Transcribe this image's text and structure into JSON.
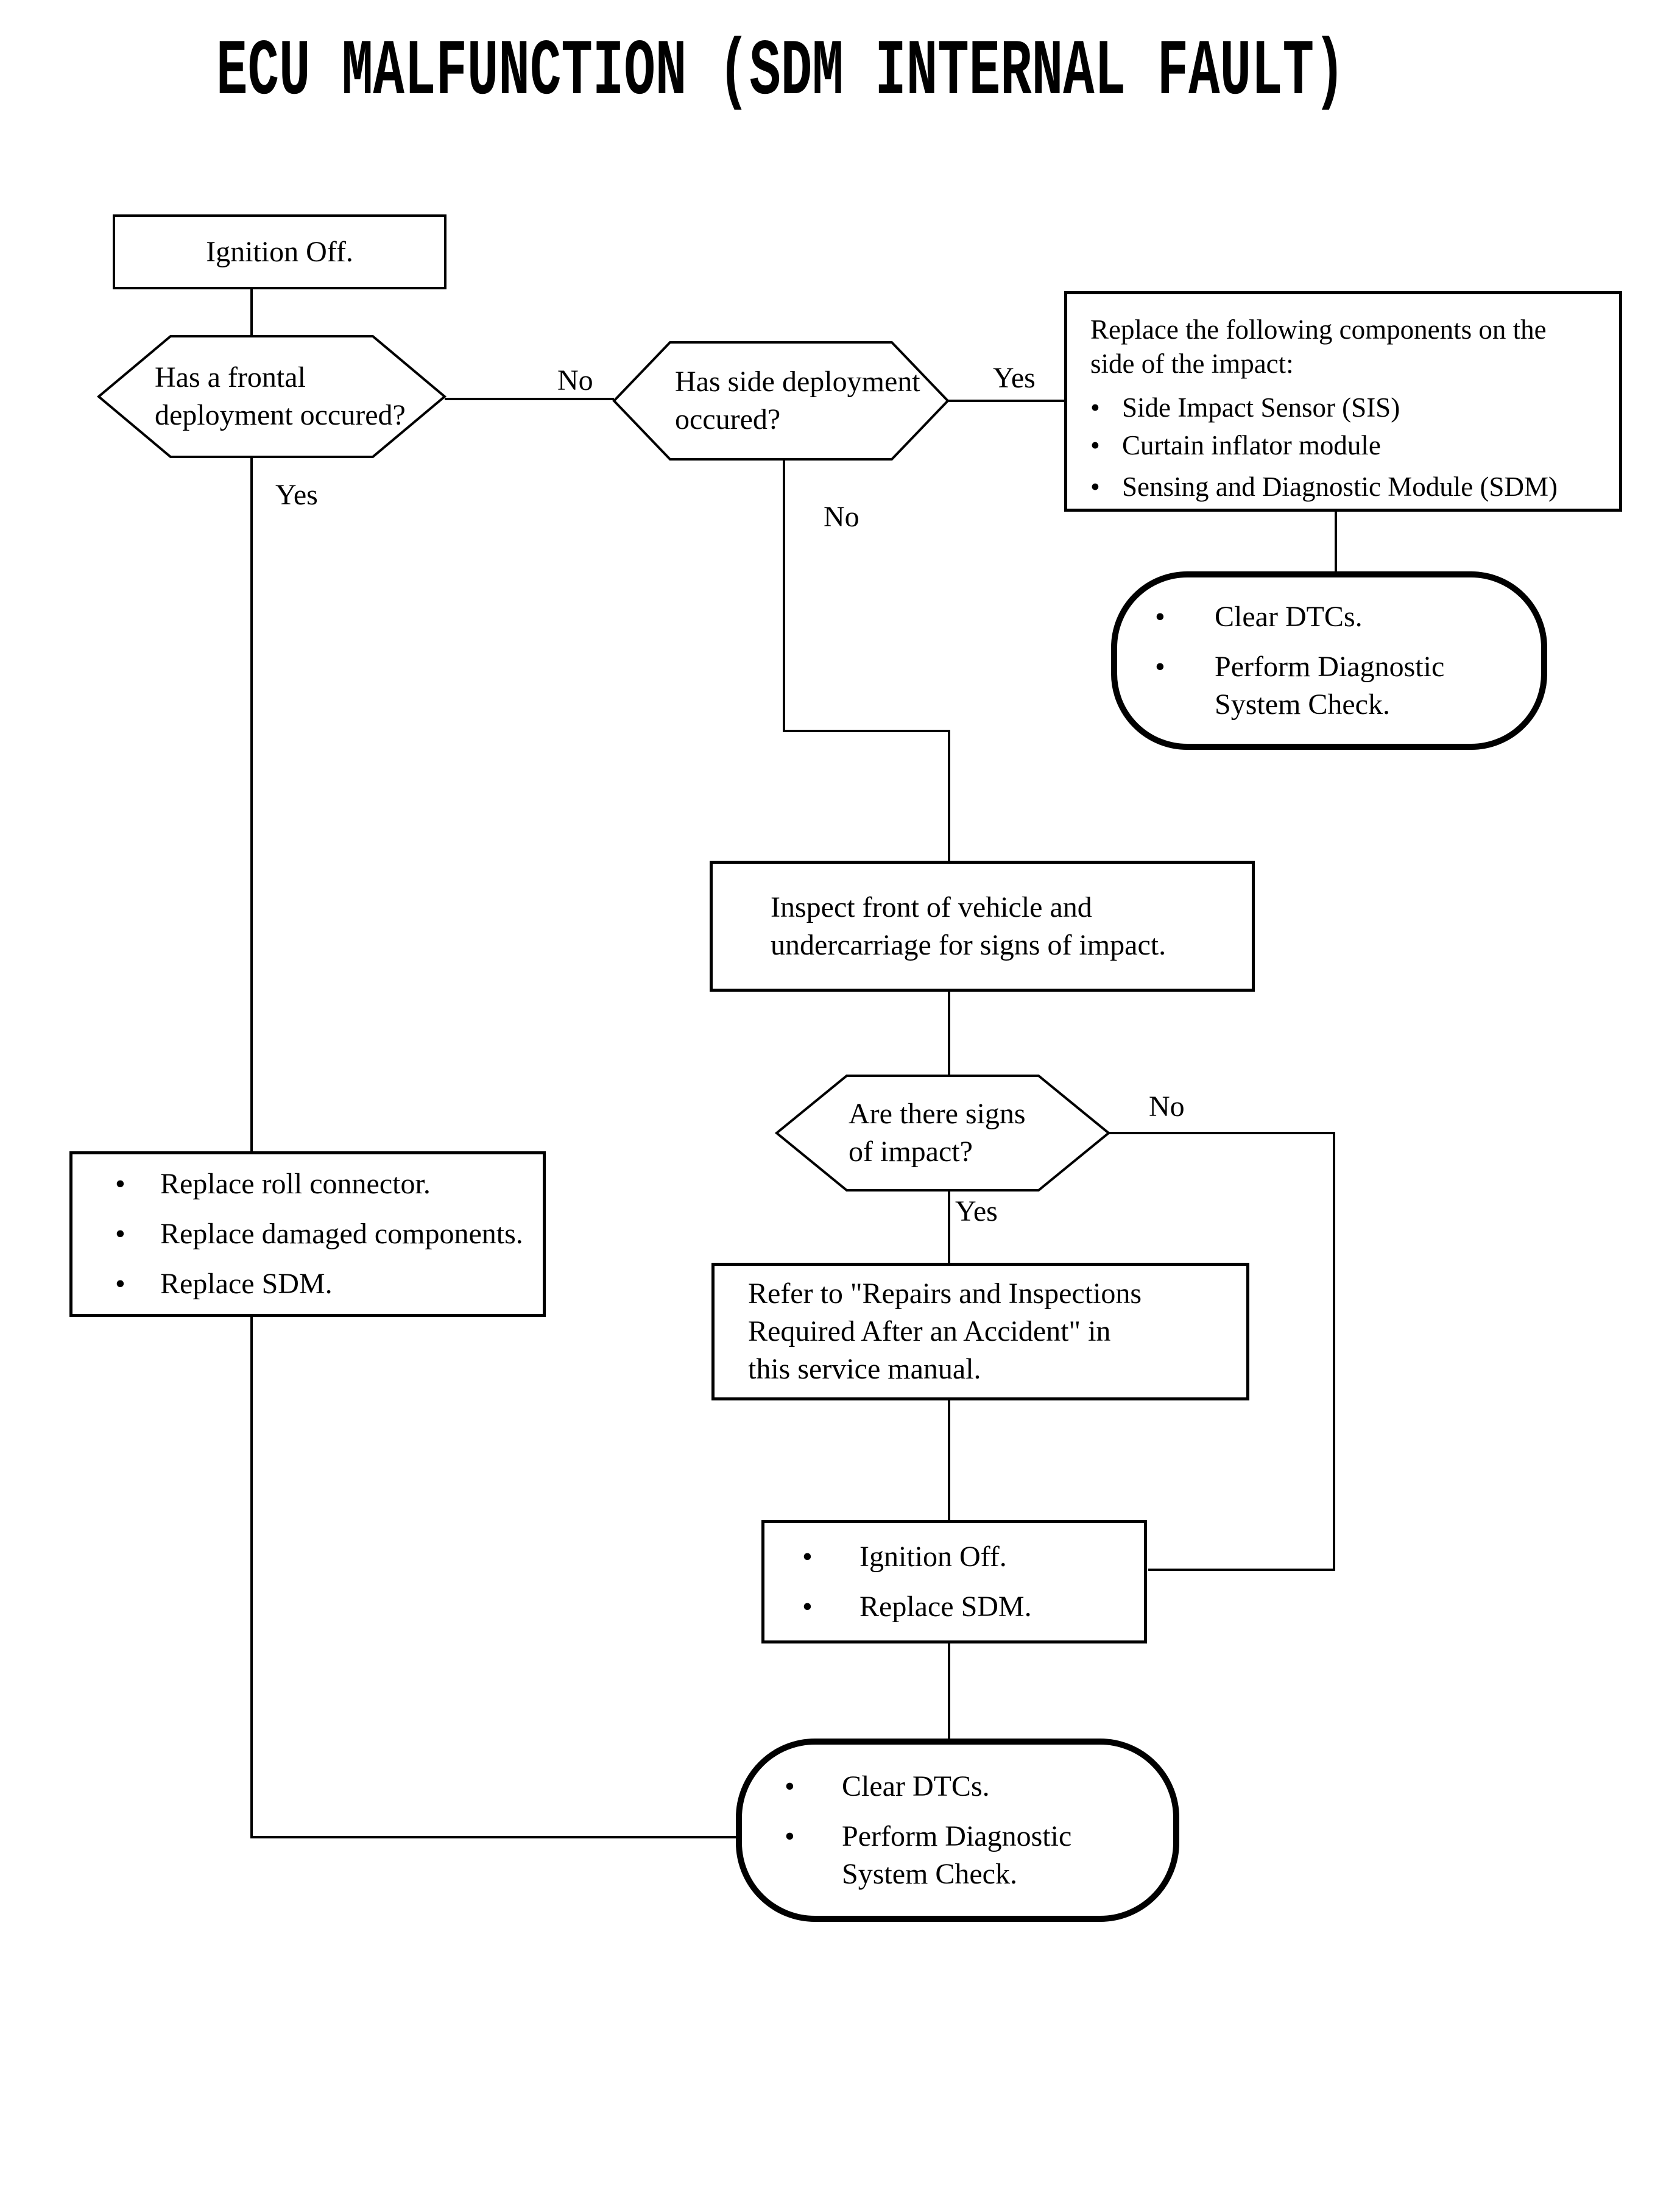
{
  "title": "ECU MALFUNCTION (SDM INTERNAL FAULT)",
  "colors": {
    "ink": "#000000",
    "paper": "#ffffff"
  },
  "glyphs": {
    "bullet": "•"
  },
  "nodes": {
    "ignition_box": {
      "text": "Ignition Off."
    },
    "frontal_hex": {
      "text": "Has a frontal\ndeployment occured?"
    },
    "side_hex": {
      "text": "Has side deployment\noccured?"
    },
    "components_box": {
      "intro": "Replace the following components on the\nside of the impact:",
      "bullets": [
        "Side Impact Sensor (SIS)",
        "Curtain inflator module",
        "Sensing and Diagnostic Module (SDM)"
      ]
    },
    "clear_dtcs_top": {
      "bullets": [
        "Clear DTCs.",
        "Perform Diagnostic\nSystem Check."
      ]
    },
    "inspect_box": {
      "text": "Inspect front of vehicle and\nundercarriage for signs of impact."
    },
    "signs_hex": {
      "text": "Are there signs\nof impact?"
    },
    "refer_box": {
      "text": "Refer to \"Repairs and Inspections\nRequired After an Accident\" in\nthis service manual."
    },
    "replace_roll_box": {
      "bullets": [
        "Replace roll connector.",
        "Replace damaged components.",
        "Replace SDM."
      ]
    },
    "ignition_sdm_box": {
      "bullets": [
        "Ignition Off.",
        "Replace SDM."
      ]
    },
    "clear_dtcs_bottom": {
      "bullets": [
        "Clear DTCs.",
        "Perform Diagnostic\nSystem Check."
      ]
    }
  },
  "edge_labels": {
    "frontal_yes": "Yes",
    "frontal_no": "No",
    "side_yes": "Yes",
    "side_no": "No",
    "signs_no": "No",
    "signs_yes": "Yes"
  }
}
